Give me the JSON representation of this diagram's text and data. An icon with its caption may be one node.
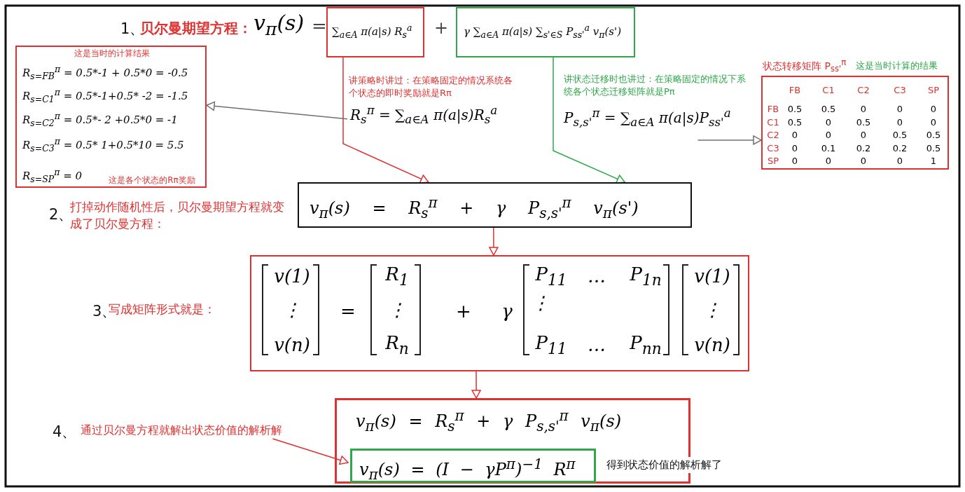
{
  "diagram": {
    "nodes": [
      {
        "text": [
          "∑$_{a∈A}$ π(a|s) R$_{s}$$^{a}$"
        ]
      },
      {
        "text": [
          "γ ∑$_{a∈A}$ π(a|s) ∑$_{s'∈S}$ P$_{ss'}$$^{a}$ v$_{π}$(s')"
        ]
      },
      {
        "text": [
          "这是当时的计算结果",
          "R$_{s=FB}$$^{π}$ = 0.5*-1 + 0.5*0 = -0.5",
          "R$_{s=C1}$$^{π}$ = 0.5*-1+0.5* -2 = -1.5",
          "R$_{s=C2}$$^{π}$ = 0.5*- 2 +0.5*0 = -1",
          "R$_{s=C3}$$^{π}$ = 0.5* 1+0.5*10 = 5.5",
          "R$_{s=SP}$$^{π}$ = 0",
          "这是各个状态的Rπ奖励"
        ]
      },
      {
        "text": [
          "讲策略时讲过：在策略固定的情况系统各个状态的即时奖励就是Rπ",
          "R$_{s}$$^{π}$ = ∑$_{a∈A}$ π(a|s)R$_{s}$$^{a}$"
        ]
      },
      {
        "text": [
          "讲状态迁移时也讲过：在策略固定的情况下系统各个状态迁移矩阵就是Pπ",
          "P$_{s,s'}$$^{π}$ = ∑$_{a∈A}$ π(a|s)P$_{ss'}$$^{a}$"
        ]
      },
      {
        "text": [
          "v$_{π}$(s) = R$_{s}$$^{π}$ + γ P$_{s,s'}$$^{π}$ v$_{π}$(s')"
        ],
        "beside": [
          "打掉动作随机性后，贝尔曼期望方程就变成了贝尔曼方程："
        ]
      },
      {
        "text": [
          "状态转移矩阵 P$_{ss'}$$^{π}$",
          "这是当时计算的结果",
          "FB",
          "C1",
          "C2",
          "C3",
          "SP",
          "FB",
          "0.5",
          "0.5",
          "0",
          "0",
          "0",
          "C1",
          "0.5",
          "0",
          "0.5",
          "0",
          "0",
          "C2",
          "0",
          "0",
          "0",
          "0.5",
          "0.5",
          "C3",
          "0",
          "0.1",
          "0.2",
          "0.2",
          "0.5",
          "SP",
          "0",
          "0",
          "0",
          "0",
          "1"
        ]
      },
      {
        "text": [
          "v(1)",
          "⋮",
          "v(n)",
          "=",
          "R$_{1}$",
          "⋮",
          "R$_{n}$",
          "+",
          "γ",
          "P$_{11}$",
          "…",
          "P$_{1n}$",
          "⋮",
          "P$_{11}$",
          "…",
          "P$_{nn}$",
          "v(1)",
          "⋮",
          "v(n)"
        ],
        "beside": [
          "写成矩阵形式就是："
        ]
      },
      {
        "text": [
          "v$_{π}$(s) = R$_{s}$$^{π}$ + γ P$_{s,s'}$$^{π}$ v$_{π}$(s)"
        ]
      },
      {
        "text": [
          "v$_{π}$(s) = (I − γP$^{π}$)$^{−1}$ R$^{π}$"
        ],
        "in": 8,
        "beside": [
          "得到状态价值的解析解了"
        ]
      },
      {
        "text": [
          "通过贝尔曼方程就解出状态价值的解析解"
        ]
      }
    ],
    "edges": [
      {
        "from": 0,
        "to": 5,
        "arrow": "to",
        "color": "#e03030"
      },
      {
        "from": 1,
        "to": 5,
        "arrow": "to",
        "color": "#2ea84a"
      },
      {
        "from": 3,
        "to": 2,
        "arrow": "to",
        "color": "#707070"
      },
      {
        "from": 4,
        "to": 6,
        "arrow": "to",
        "color": "#707070"
      },
      {
        "from": 5,
        "to": 7,
        "arrow": "to",
        "color": "#e03030"
      },
      {
        "from": 7,
        "to": 8,
        "arrow": "to",
        "color": "#e03030"
      },
      {
        "from": 10,
        "to": 9,
        "arrow": "to",
        "color": "#e03030"
      }
    ],
    "labels": [
      "1、",
      "贝尔曼期望方程：",
      "v$_{π}$(s)",
      "=",
      "+",
      "2、",
      "3、",
      "4、"
    ]
  }
}
